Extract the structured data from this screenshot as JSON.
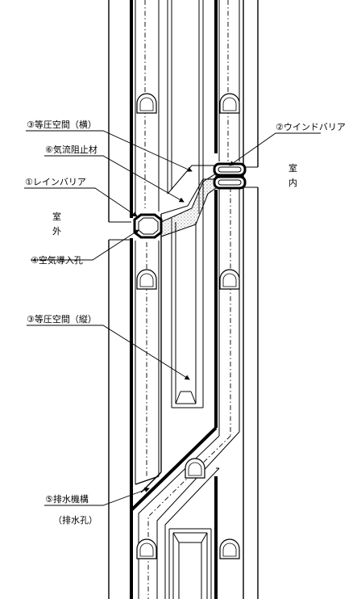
{
  "labels": {
    "equal_pressure_horizontal": "③等圧空間（横）",
    "air_flow_stopper": "⑥気流阻止材",
    "rain_barrier": "①レインバリア",
    "wind_barrier": "②ウインドバリア",
    "air_inlet_hole": "④空気導入孔",
    "equal_pressure_vertical": "③等圧空間（縦）",
    "drainage_mechanism": "⑤排水機構",
    "drainage_hole": "（排水孔）"
  },
  "side_labels": {
    "outdoor": [
      "室",
      "外"
    ],
    "indoor": [
      "室",
      "内"
    ]
  }
}
